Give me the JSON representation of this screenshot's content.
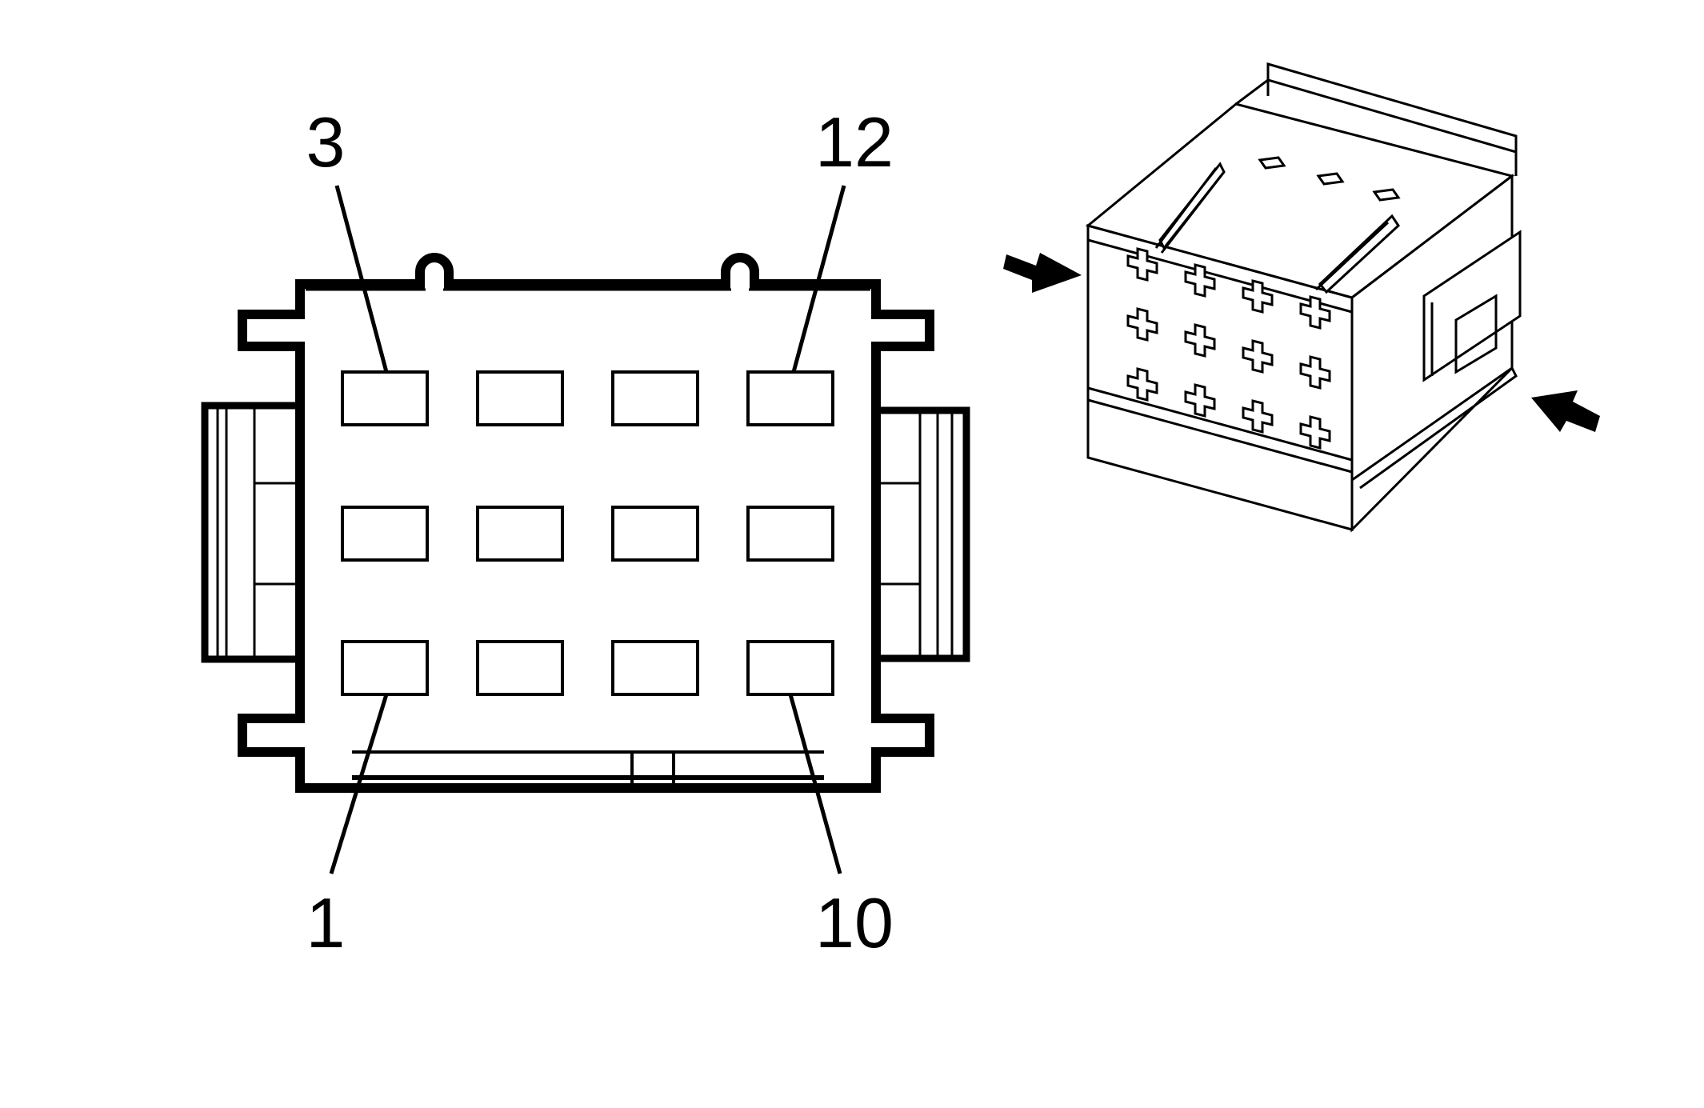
{
  "pin_labels": {
    "top_left": "3",
    "top_right": "12",
    "bottom_left": "1",
    "bottom_right": "10"
  },
  "connector": {
    "pin_rows": 3,
    "pin_columns": 4,
    "pin_count": 12
  },
  "colors": {
    "line": "#000000",
    "background": "#ffffff"
  }
}
